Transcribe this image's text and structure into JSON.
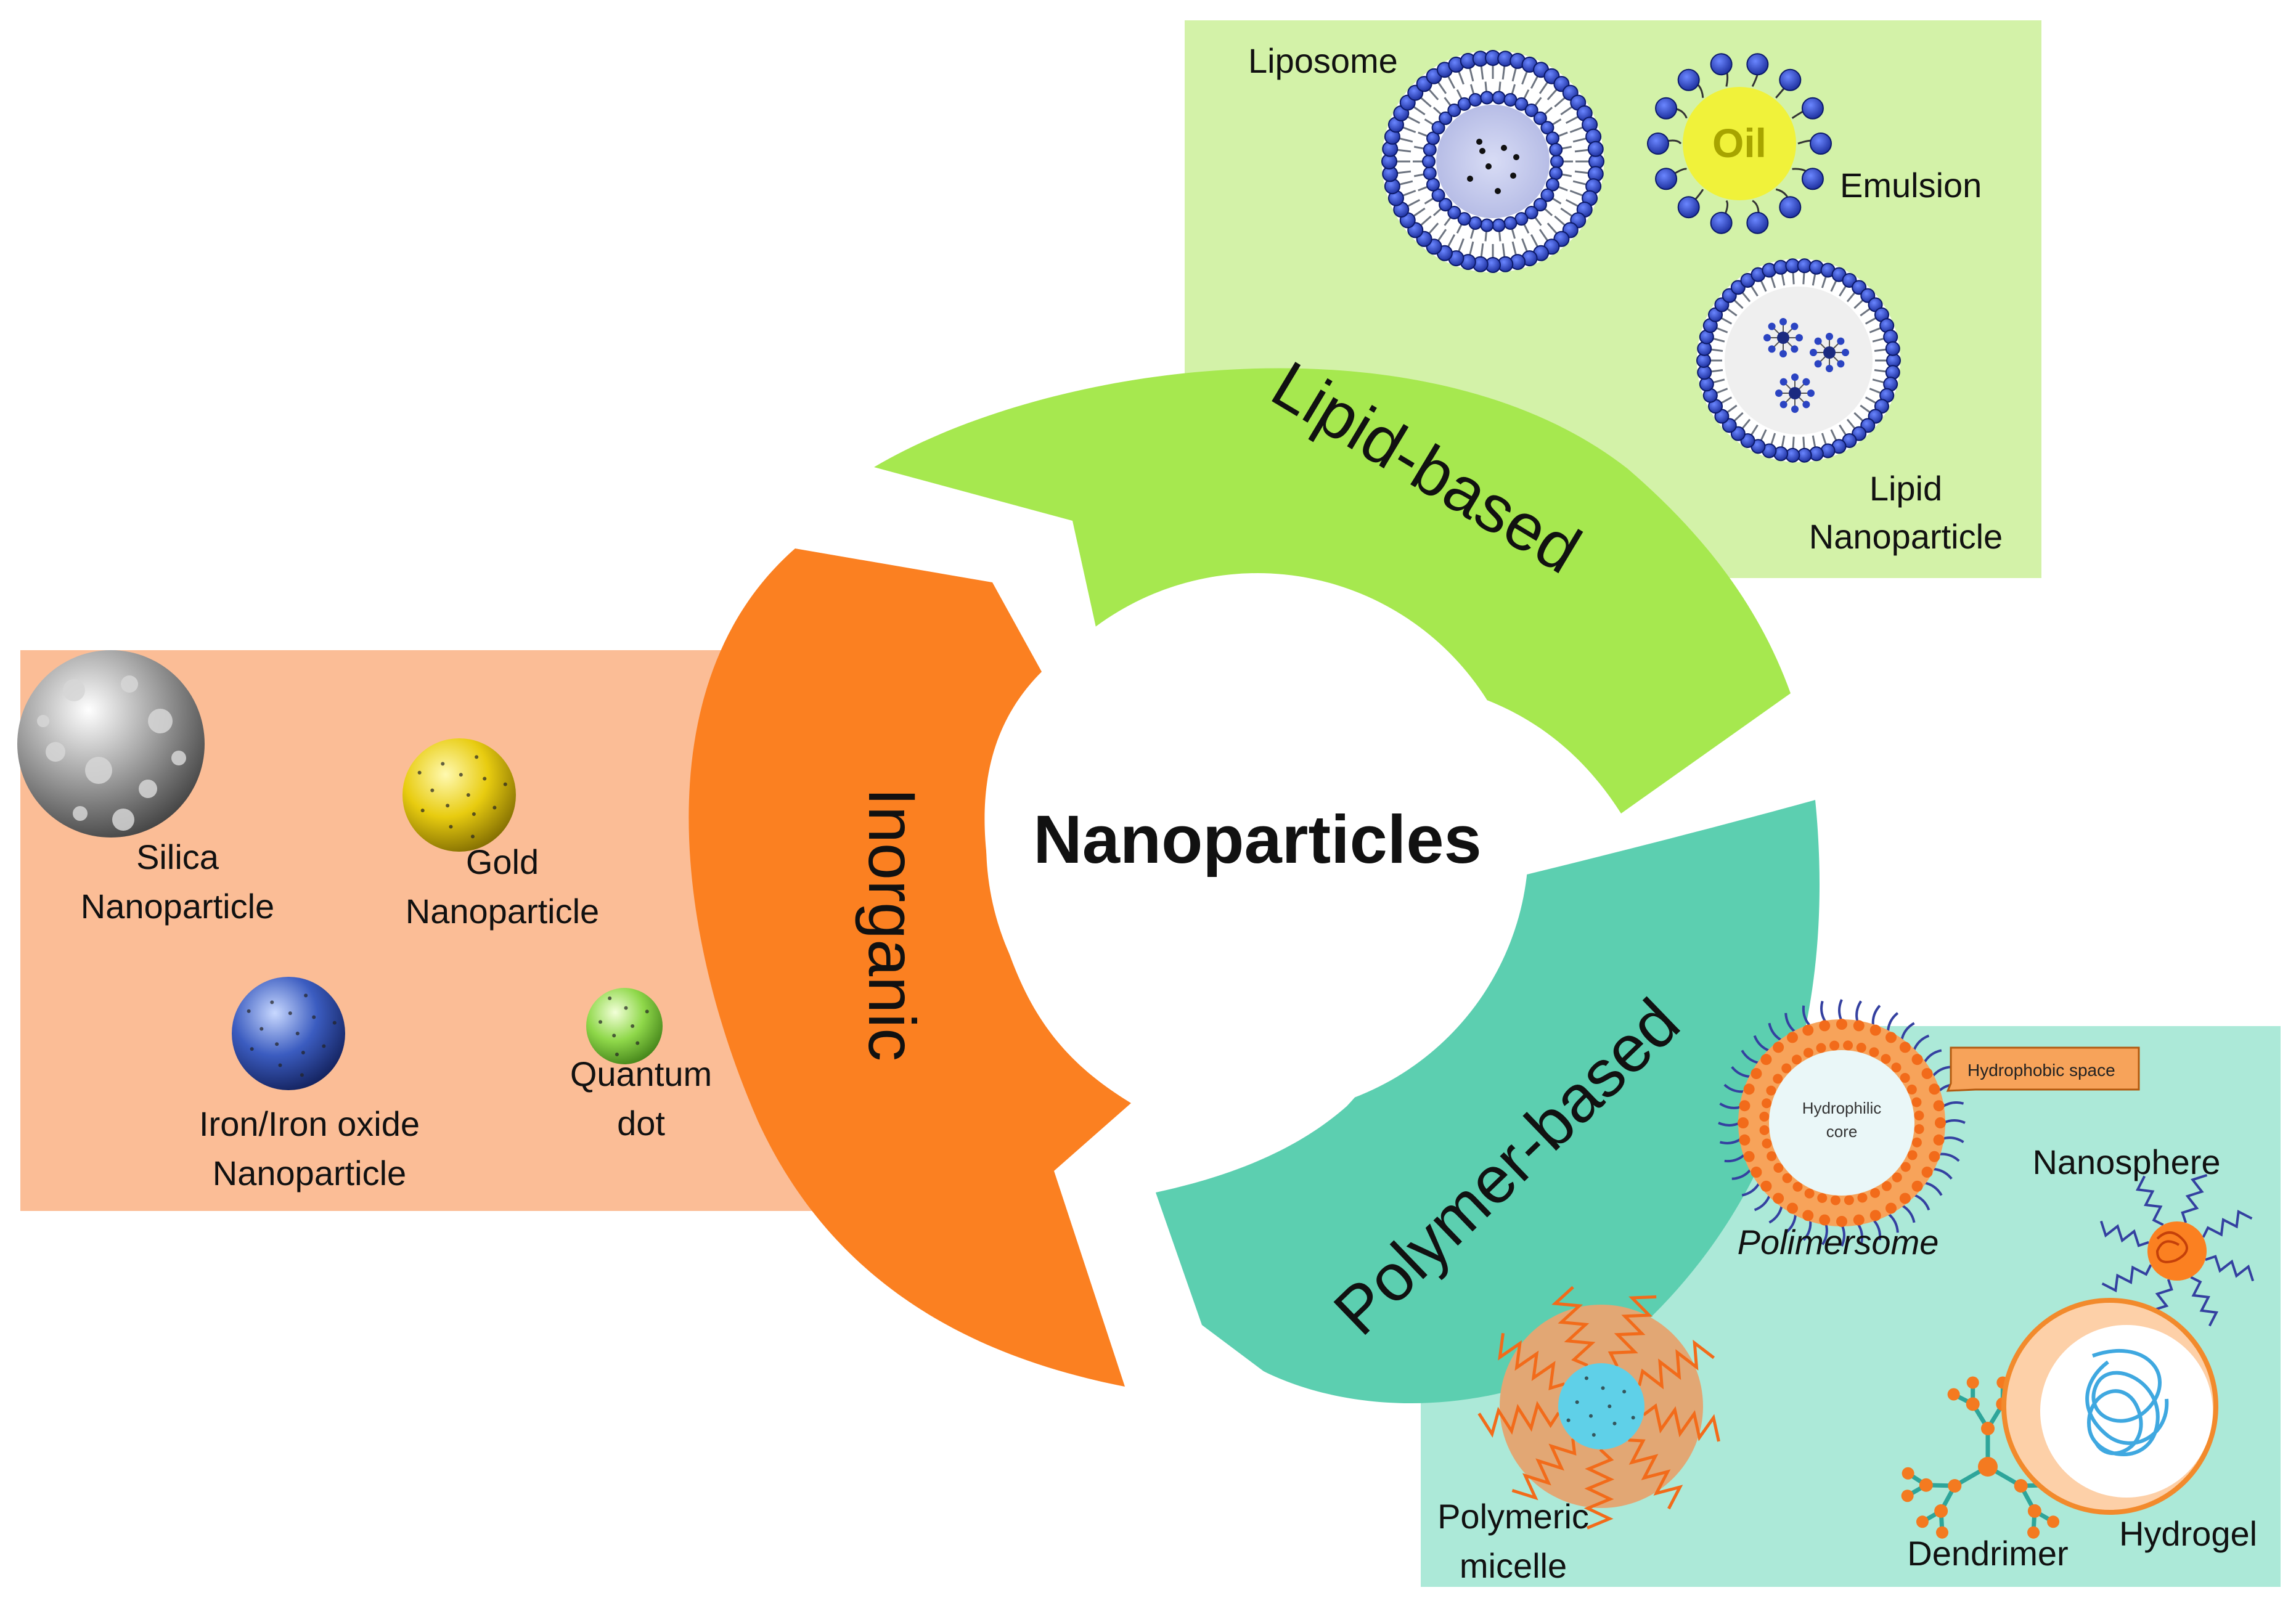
{
  "center": {
    "title": "Nanoparticles"
  },
  "colors": {
    "lipid_arc": "#a6e84f",
    "lipid_panel": "#d3f2a8",
    "polymer_arc": "#5ccfb0",
    "polymer_panel": "#ace9d8",
    "inorganic_arc": "#fb8021",
    "inorganic_panel": "#fbbd96"
  },
  "lipid": {
    "arc_label": "Lipid-based",
    "items": {
      "liposome": "Liposome",
      "emulsion": "Emulsion",
      "emulsion_core": "Oil",
      "lnp_line1": "Lipid",
      "lnp_line2": "Nanoparticle"
    }
  },
  "inorganic": {
    "arc_label": "Inorganic",
    "items": {
      "silica_line1": "Silica",
      "silica_line2": "Nanoparticle",
      "gold_line1": "Gold",
      "gold_line2": "Nanoparticle",
      "iron_line1": "Iron/Iron oxide",
      "iron_line2": "Nanoparticle",
      "qd_line1": "Quantum",
      "qd_line2": "dot"
    }
  },
  "polymer": {
    "arc_label": "Polymer-based",
    "items": {
      "polimersome": "Polimersome",
      "hydrophilic_line1": "Hydrophilic",
      "hydrophilic_line2": "core",
      "hydrophobic": "Hydrophobic space",
      "nanosphere": "Nanosphere",
      "micelle_line1": "Polymeric",
      "micelle_line2": "micelle",
      "dendrimer": "Dendrimer",
      "hydrogel": "Hydrogel"
    }
  }
}
